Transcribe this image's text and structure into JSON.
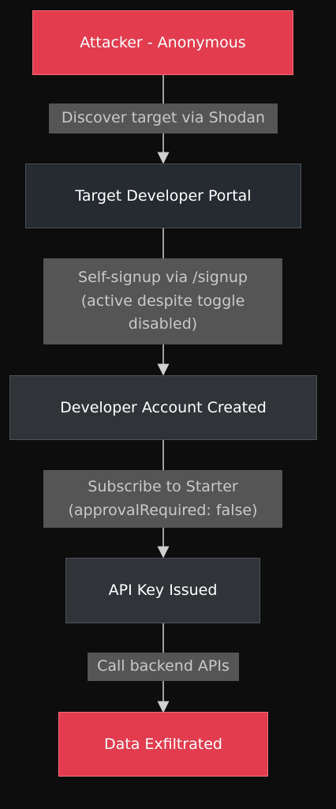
{
  "nodes": {
    "attacker": {
      "label": "Attacker - Anonymous",
      "color": "#e23c4e"
    },
    "portal": {
      "label": "Target Developer Portal",
      "color": "#262b31"
    },
    "account": {
      "label": "Developer Account Created",
      "color": "#303438"
    },
    "api_key": {
      "label": "API Key Issued",
      "color": "#303438"
    },
    "exfil": {
      "label": "Data Exfiltrated",
      "color": "#e23c4e"
    }
  },
  "edges": {
    "discover": {
      "label": "Discover target via Shodan"
    },
    "signup": {
      "line1": "Self-signup via /signup",
      "line2": "(active despite toggle",
      "line3": "disabled)"
    },
    "subscribe": {
      "line1": "Subscribe to Starter",
      "line2": "(approvalRequired: false)"
    },
    "call": {
      "label": "Call backend APIs"
    }
  }
}
